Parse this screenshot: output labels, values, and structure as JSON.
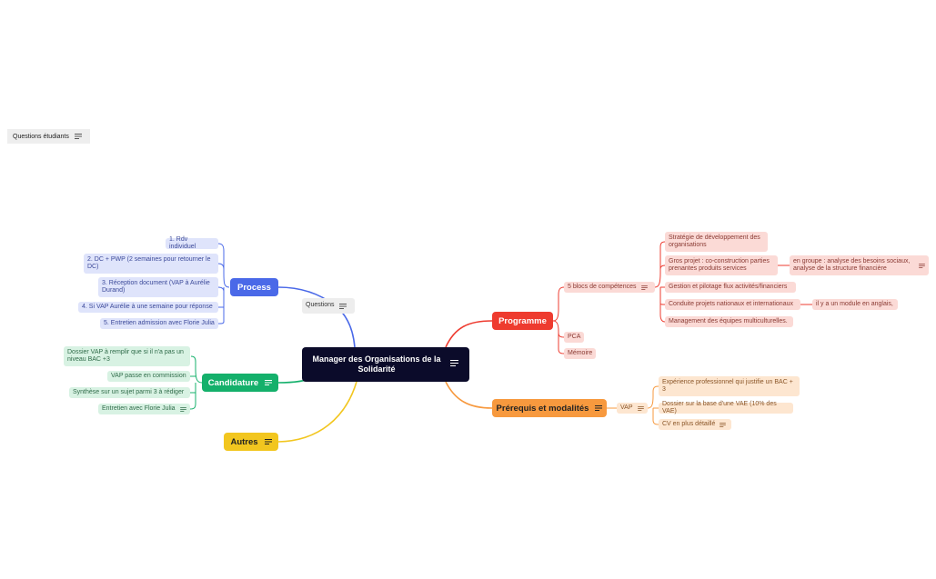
{
  "colors": {
    "center": "#0b0b2a",
    "process": "#4a69e8",
    "candidature": "#14b06b",
    "autres": "#f2c61f",
    "programme": "#ee3b2f",
    "prerequis": "#f7993e"
  },
  "icons": {
    "notes": "notes-lines-icon"
  },
  "floating": {
    "label": "Questions étudiants"
  },
  "center": {
    "label": "Manager des Organisations de la Solidarité"
  },
  "questions": {
    "label": "Questions"
  },
  "process": {
    "label": "Process",
    "items": [
      "1. Rdv individuel",
      "2. DC + PWP (2 semaines pour retourner le DC)",
      "3. Réception document (VAP à Aurélie Durand)",
      "4. Si VAP Aurélie à une semaine pour réponse",
      "5. Entretien admission avec Florie Julia"
    ]
  },
  "candidature": {
    "label": "Candidature",
    "items": [
      "Dossier VAP à remplir que si il n'a pas un niveau BAC +3",
      "VAP passe en commission",
      "Synthèse sur un sujet parmi 3 à rédiger",
      "Entretien avec Florie Julia"
    ]
  },
  "autres": {
    "label": "Autres"
  },
  "programme": {
    "label": "Programme",
    "blocs": "5 blocs de compétences",
    "blocs_items": [
      "Stratégie de développement des organisations",
      "Gros projet : co-construction parties prenantes produits services",
      "Gestion et pilotage flux activités/financiers",
      "Conduite projets nationaux et internationaux",
      "Management des équipes multiculturelles."
    ],
    "gros_projet_note": "en groupe : analyse des besoins sociaux, analyse de la structure financière",
    "conduite_note": "il y a un module en anglais,",
    "pca": "PCA",
    "memoire": "Mémoire"
  },
  "prerequis": {
    "label": "Prérequis et modalités",
    "vap": "VAP",
    "items": [
      "Expérience professionnel qui justifie un BAC + 3",
      "Dossier sur la base d'une VAE (10% des VAE)",
      "CV en plus détaillé"
    ]
  }
}
